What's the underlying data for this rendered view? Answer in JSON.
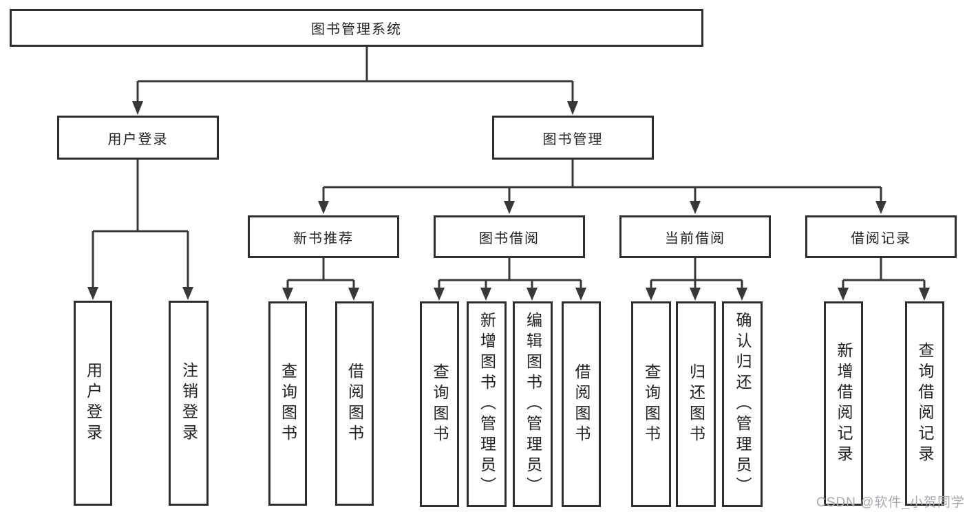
{
  "tree": {
    "label": "图书管理系统",
    "children": [
      {
        "label": "用户登录",
        "children": [
          {
            "label": "用户登录"
          },
          {
            "label": "注销登录"
          }
        ]
      },
      {
        "label": "图书管理",
        "children": [
          {
            "label": "新书推荐",
            "children": [
              {
                "label": "查询图书"
              },
              {
                "label": "借阅图书"
              }
            ]
          },
          {
            "label": "图书借阅",
            "children": [
              {
                "label": "查询图书"
              },
              {
                "label": "新增图书（管理员）"
              },
              {
                "label": "编辑图书（管理员）"
              },
              {
                "label": "借阅图书"
              }
            ]
          },
          {
            "label": "当前借阅",
            "children": [
              {
                "label": "查询图书"
              },
              {
                "label": "归还图书"
              },
              {
                "label": "确认归还（管理员）"
              }
            ]
          },
          {
            "label": "借阅记录",
            "children": [
              {
                "label": "新增借阅记录"
              },
              {
                "label": "查询借阅记录"
              }
            ]
          }
        ]
      }
    ]
  },
  "watermark": {
    "text": "CSDN @软件_小贺同学",
    "color": "#a9a9b0"
  },
  "colors": {
    "background": "#ffffff",
    "line": "#383838",
    "box_border": "#2e2e2e",
    "text": "#222222"
  }
}
